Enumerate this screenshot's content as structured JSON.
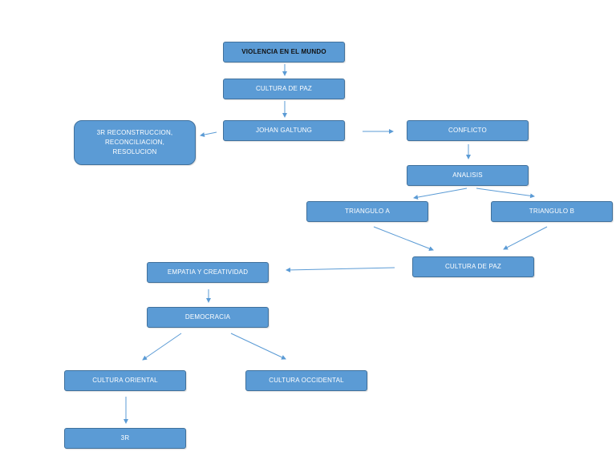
{
  "diagram": {
    "colors": {
      "node_fill": "#5b9bd5",
      "node_border": "#41719c",
      "arrow": "#5b9bd5"
    },
    "nodes": {
      "violencia": "VIOLENCIA EN  EL MUNDO",
      "cultura_paz_1": "CULTURA DE PAZ",
      "johan": "JOHAN GALTUNG",
      "tres_r_recon": "3R RECONSTRUCCION,\nRECONCILIACION,\nRESOLUCION",
      "conflicto": "CONFLICTO",
      "analisis": "ANALISIS",
      "triangulo_a": "TRIANGULO A",
      "triangulo_b": "TRIANGULO B",
      "cultura_paz_2": "CULTURA DE PAZ",
      "empatia": "EMPATIA Y CREATIVIDAD",
      "democracia": "DEMOCRACIA",
      "oriental": "CULTURA ORIENTAL",
      "occidental": "CULTURA OCCIDENTAL",
      "tres_r": "3R"
    }
  }
}
